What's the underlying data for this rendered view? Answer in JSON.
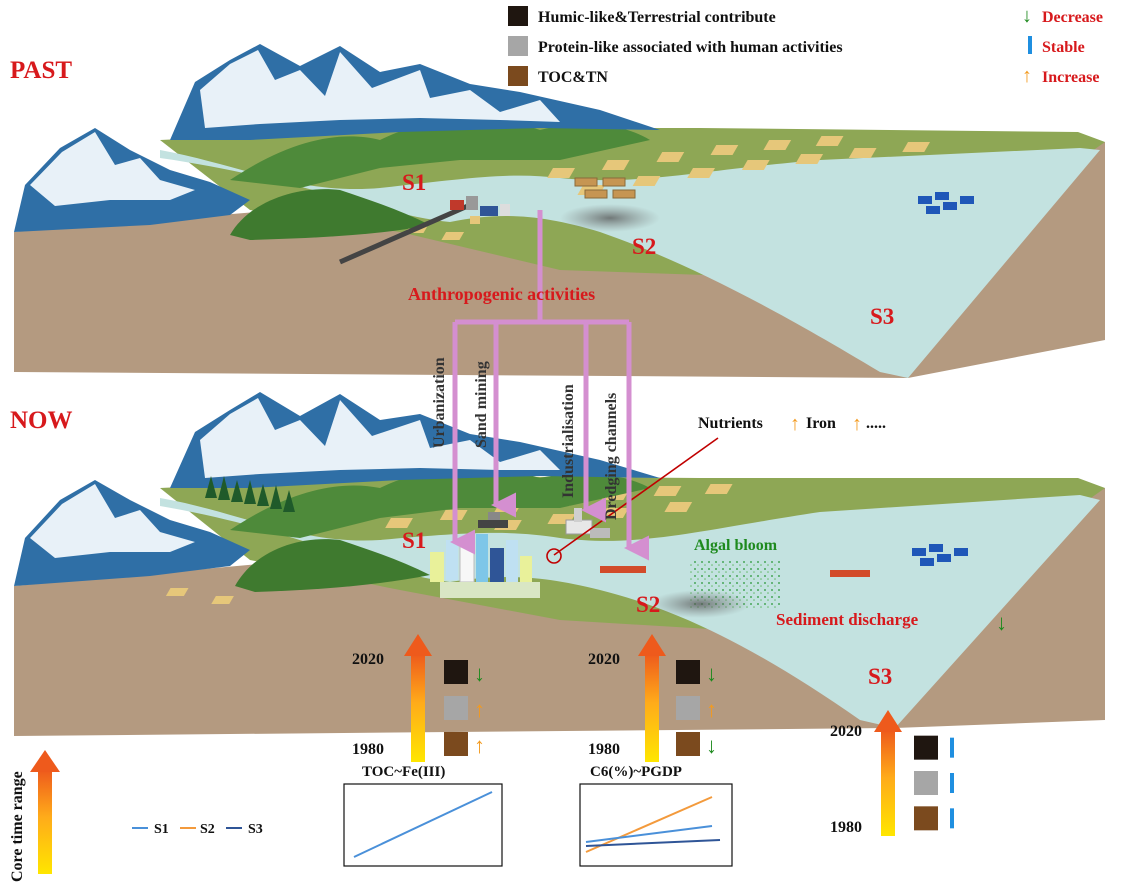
{
  "panels": {
    "past_label": "PAST",
    "now_label": "NOW"
  },
  "legend": {
    "items": [
      {
        "label": "Humic-like&Terrestrial contribute",
        "color": "#1f1610"
      },
      {
        "label": "Protein-like  associated with human activities",
        "color": "#a6a6a6"
      },
      {
        "label": "TOC&TN",
        "color": "#7b4a1e"
      }
    ],
    "trends": [
      {
        "label": "Decrease",
        "symbol": "↓",
        "color": "#1e8a1e"
      },
      {
        "label": "Stable",
        "symbol": "|",
        "color": "#1f8fe0"
      },
      {
        "label": "Increase",
        "symbol": "↑",
        "color": "#f39a1e"
      }
    ],
    "text_color": "#d7191c"
  },
  "sites": {
    "s1": "S1",
    "s2": "S2",
    "s3": "S3"
  },
  "activities": {
    "title": "Anthropogenic activities",
    "items": [
      "Urbanization",
      "Sand mining",
      "Industrialisation",
      "Dredging channels"
    ],
    "arrow_color": "#d48fd0"
  },
  "annotations": {
    "nutrients": "Nutrients",
    "iron": "Iron",
    "ellipsis": ".....",
    "algal_bloom": "Algal bloom",
    "sediment_discharge": "Sediment discharge"
  },
  "cores": {
    "year_top": "2020",
    "year_bottom": "1980",
    "axis_label": "Core time range",
    "sites": [
      {
        "site": "S1",
        "trends": [
          "decrease",
          "increase",
          "increase"
        ]
      },
      {
        "site": "S2",
        "trends": [
          "decrease",
          "increase",
          "decrease"
        ]
      },
      {
        "site": "S3",
        "trends": [
          "stable",
          "stable",
          "stable"
        ]
      }
    ]
  },
  "insets": {
    "left_title": "TOC~Fe(III)",
    "right_title": "C6(%)~PGDP",
    "series": [
      {
        "name": "S1",
        "color": "#4a90d9"
      },
      {
        "name": "S2",
        "color": "#f39a3c"
      },
      {
        "name": "S3",
        "color": "#2f5597"
      }
    ]
  },
  "colors": {
    "water": "#c3e2e0",
    "land": "#b49a80",
    "plain": "#8ea755",
    "field": "#e6c77a",
    "mountain": "#2f6fa6",
    "snow": "#e8f1f8",
    "hill": "#4e8a3a"
  }
}
